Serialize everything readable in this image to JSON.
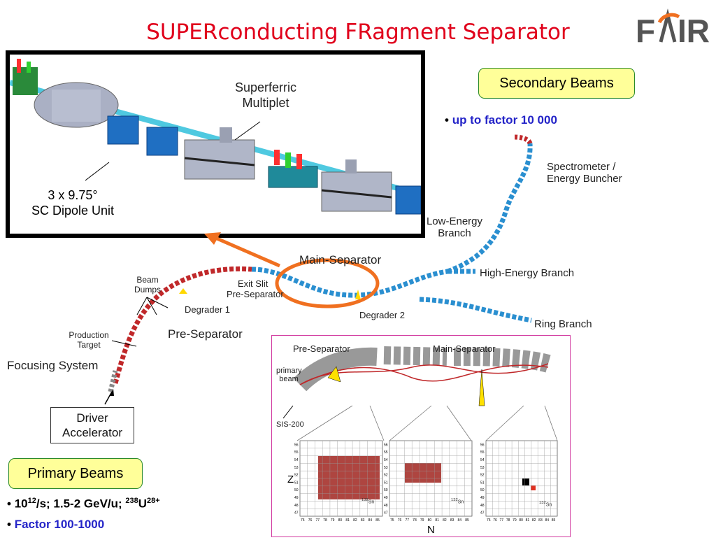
{
  "title": "SUPERconducting FRagment Separator",
  "logo": {
    "text": "FAIR"
  },
  "photo": {
    "multiplet_label_1": "Superferric",
    "multiplet_label_2": "Multiplet",
    "dipole_label_1": "3 x 9.75°",
    "dipole_label_2": "SC Dipole Unit"
  },
  "secondary": {
    "badge": "Secondary Beams",
    "bullet": "up to factor 10 000"
  },
  "primary": {
    "badge": "Primary Beams",
    "bullet1_a": "10",
    "bullet1_sup": "12",
    "bullet1_b": "/s; 1.5-2 GeV/u; ",
    "bullet1_isotope_sup": "238",
    "bullet1_isotope": "U",
    "bullet1_charge_sup": "28+",
    "bullet2": "Factor 100-1000"
  },
  "layout_labels": {
    "spectrometer_1": "Spectrometer /",
    "spectrometer_2": "Energy Buncher",
    "low_energy_1": "Low-Energy",
    "low_energy_2": "Branch",
    "main_separator": "Main-Separator",
    "high_energy": "High-Energy Branch",
    "ring_branch": "Ring Branch",
    "degrader_2": "Degrader 2",
    "exit_slit": "Exit Slit",
    "pre_separator_small": "Pre-Separator",
    "beam_dumps_1": "Beam",
    "beam_dumps_2": "Dumps",
    "degrader_1": "Degrader 1",
    "pre_separator": "Pre-Separator",
    "production_1": "Production",
    "production_2": "Target",
    "focusing": "Focusing System",
    "driver_1": "Driver",
    "driver_2": "Accelerator"
  },
  "inset": {
    "pre_separator": "Pre-Separator",
    "main_separator": "Main-Separator",
    "primary_1": "primary",
    "primary_2": "beam",
    "sis": "SIS-200",
    "z_axis": "Z",
    "n_axis": "N",
    "z_ticks": [
      "56",
      "55",
      "54",
      "53",
      "52",
      "51",
      "50",
      "49",
      "48",
      "47"
    ],
    "n_ticks": [
      "75",
      "76",
      "77",
      "78",
      "79",
      "80",
      "81",
      "82",
      "83",
      "84",
      "85"
    ],
    "isotope": "Sn",
    "isotope_mass": "132"
  },
  "colors": {
    "title": "#e0001b",
    "bullet_blue": "#2424c8",
    "beamline_red": "#c0282a",
    "beamline_blue": "#2a8fd0",
    "highlight": "#f07020"
  }
}
